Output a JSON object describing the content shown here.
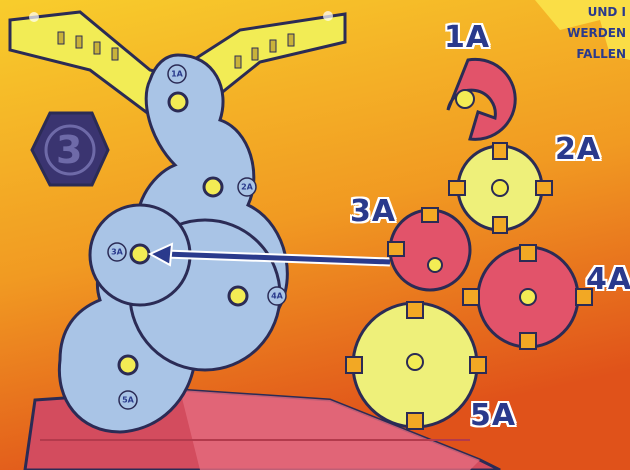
{
  "step_number": "3",
  "corner_note": [
    "UND I",
    "WERDEN",
    "FALLEN"
  ],
  "parts": [
    {
      "id": "1A",
      "label": "1A"
    },
    {
      "id": "2A",
      "label": "2A"
    },
    {
      "id": "3A",
      "label": "3A"
    },
    {
      "id": "4A",
      "label": "4A"
    },
    {
      "id": "5A",
      "label": "5A"
    }
  ],
  "mount_labels": [
    "1A",
    "2A",
    "3A",
    "4A",
    "5A"
  ],
  "colors": {
    "bg_top": "#f7c52a",
    "bg_bottom": "#e2541a",
    "plate": "#a9c4e6",
    "frame": "#f3ec54",
    "red_gear": "#e2536a",
    "yellow_gear": "#eef07a",
    "stand": "#d8505f",
    "outline": "#2b2b55",
    "arrow": "#2a3a8c",
    "badge": "#3a3470"
  }
}
